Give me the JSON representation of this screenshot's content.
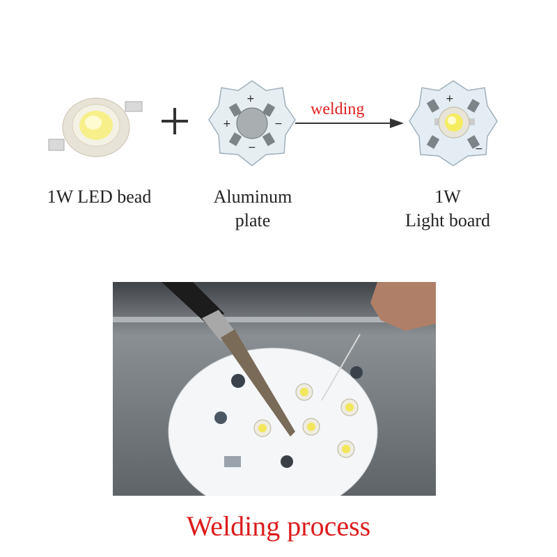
{
  "items": [
    {
      "label_lines": [
        "1W LED bead"
      ]
    },
    {
      "label_lines": [
        "Aluminum",
        "plate"
      ]
    },
    {
      "label_lines": [
        "1W",
        "Light board"
      ]
    }
  ],
  "arrow_label": "welding",
  "caption": "Welding process",
  "colors": {
    "caption": "#dd1b1b",
    "arrow_label": "#e02020",
    "label_text": "#222222"
  },
  "icons": [
    "led-bead-icon",
    "plus-icon",
    "aluminum-plate-icon",
    "arrow-icon",
    "light-board-icon",
    "welding-photo"
  ]
}
